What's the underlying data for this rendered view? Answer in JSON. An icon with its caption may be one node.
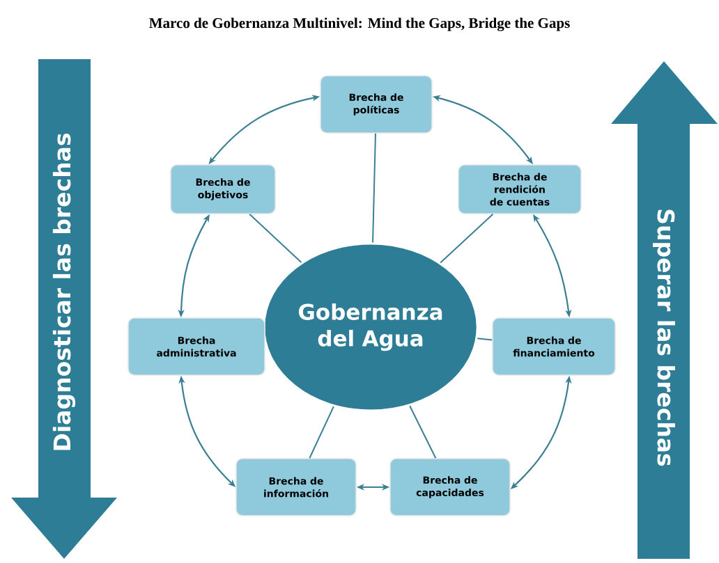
{
  "diagram": {
    "title": "Marco de Gobernanza Multinivel: Mind the Gaps, Bridge the Gaps",
    "nodes": [
      {
        "text": [
          "Gobernanza del Agua"
        ]
      },
      {
        "text": [
          "Brecha de políticas"
        ]
      },
      {
        "text": [
          "Brecha de objetivos"
        ]
      },
      {
        "text": [
          "Brecha de rendición de cuentas"
        ]
      },
      {
        "text": [
          "Brecha administrativa"
        ]
      },
      {
        "text": [
          "Brecha de financiamiento"
        ]
      },
      {
        "text": [
          "Brecha de información"
        ]
      },
      {
        "text": [
          "Brecha de capacidades"
        ]
      },
      {
        "text": [
          "Diagnosticar las brechas"
        ]
      },
      {
        "text": [
          "Superar las brechas"
        ]
      }
    ],
    "edges": [
      {
        "from": 0,
        "to": 1,
        "arrow": "none"
      },
      {
        "from": 0,
        "to": 2,
        "arrow": "none"
      },
      {
        "from": 0,
        "to": 3,
        "arrow": "none"
      },
      {
        "from": 0,
        "to": 5,
        "arrow": "none"
      },
      {
        "from": 0,
        "to": 6,
        "arrow": "none"
      },
      {
        "from": 0,
        "to": 7,
        "arrow": "none"
      },
      {
        "from": 2,
        "to": 1,
        "arrow": "both"
      },
      {
        "from": 1,
        "to": 3,
        "arrow": "both"
      },
      {
        "from": 3,
        "to": 5,
        "arrow": "both"
      },
      {
        "from": 5,
        "to": 7,
        "arrow": "both"
      },
      {
        "from": 7,
        "to": 6,
        "arrow": "both"
      },
      {
        "from": 6,
        "to": 4,
        "arrow": "both"
      },
      {
        "from": 4,
        "to": 2,
        "arrow": "both"
      }
    ]
  }
}
